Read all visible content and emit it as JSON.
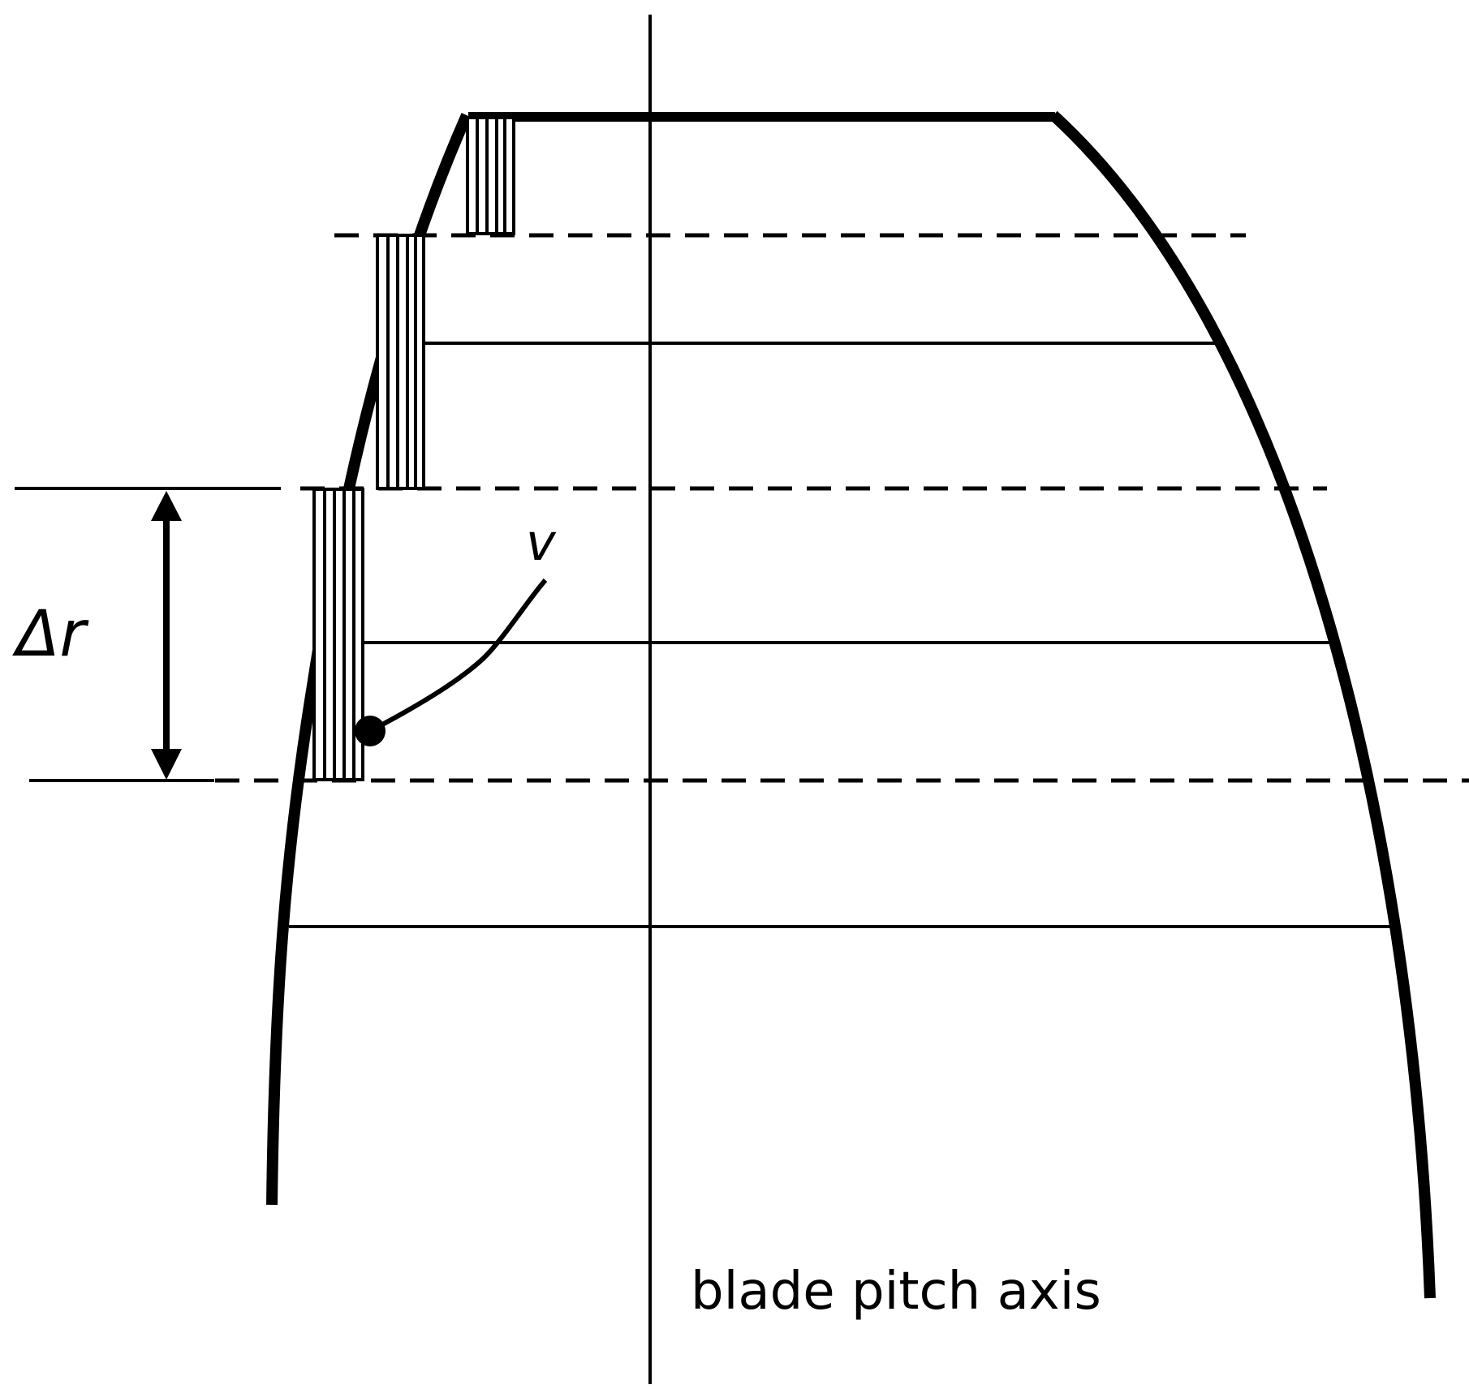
{
  "labels": {
    "delta_r": "Δr",
    "velocity": "v",
    "pitch_axis": "blade pitch axis"
  },
  "colors": {
    "stroke": "#000000",
    "background": "#ffffff"
  }
}
